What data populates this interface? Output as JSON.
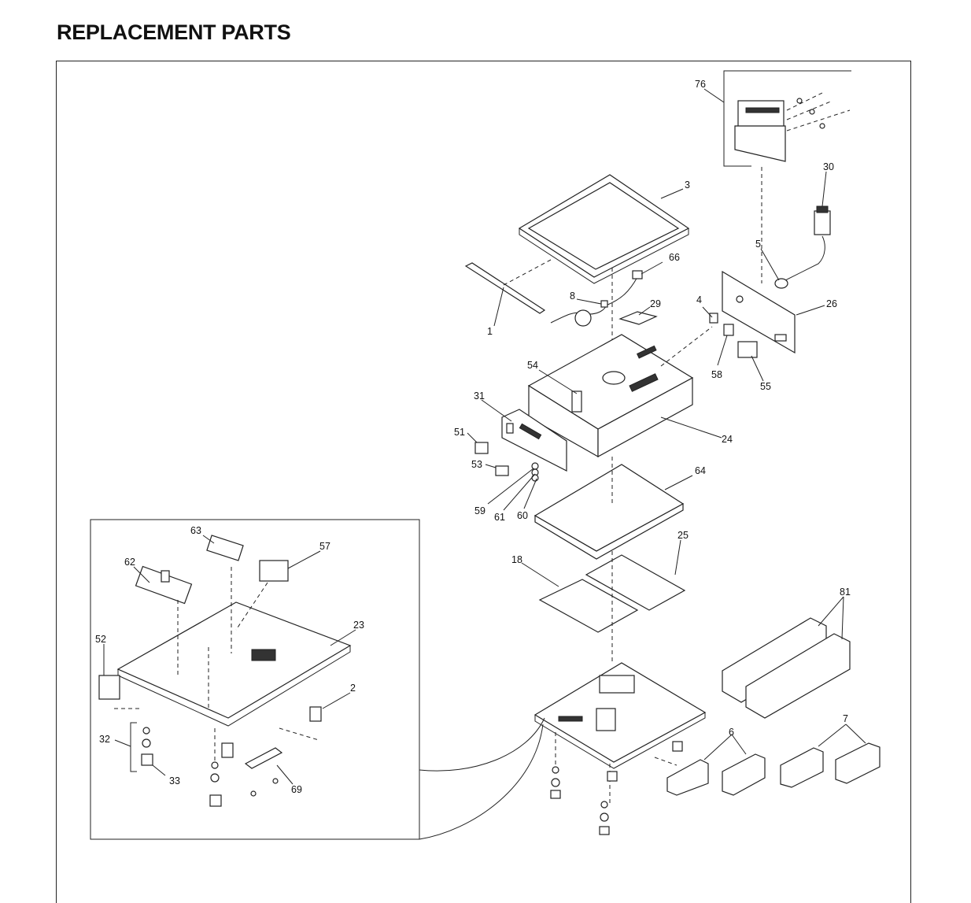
{
  "page": {
    "title": "REPLACEMENT PARTS"
  },
  "callouts": {
    "c1": "1",
    "c2": "2",
    "c3": "3",
    "c4": "4",
    "c5": "5",
    "c6": "6",
    "c7": "7",
    "c8": "8",
    "c18": "18",
    "c23": "23",
    "c24": "24",
    "c25": "25",
    "c26": "26",
    "c29": "29",
    "c30": "30",
    "c31": "31",
    "c32": "32",
    "c33": "33",
    "c51": "51",
    "c52": "52",
    "c53": "53",
    "c54": "54",
    "c55": "55",
    "c57": "57",
    "c58": "58",
    "c59": "59",
    "c60": "60",
    "c61": "61",
    "c62": "62",
    "c63": "63",
    "c64": "64",
    "c66": "66",
    "c69": "69",
    "c76": "76",
    "c81": "81"
  }
}
